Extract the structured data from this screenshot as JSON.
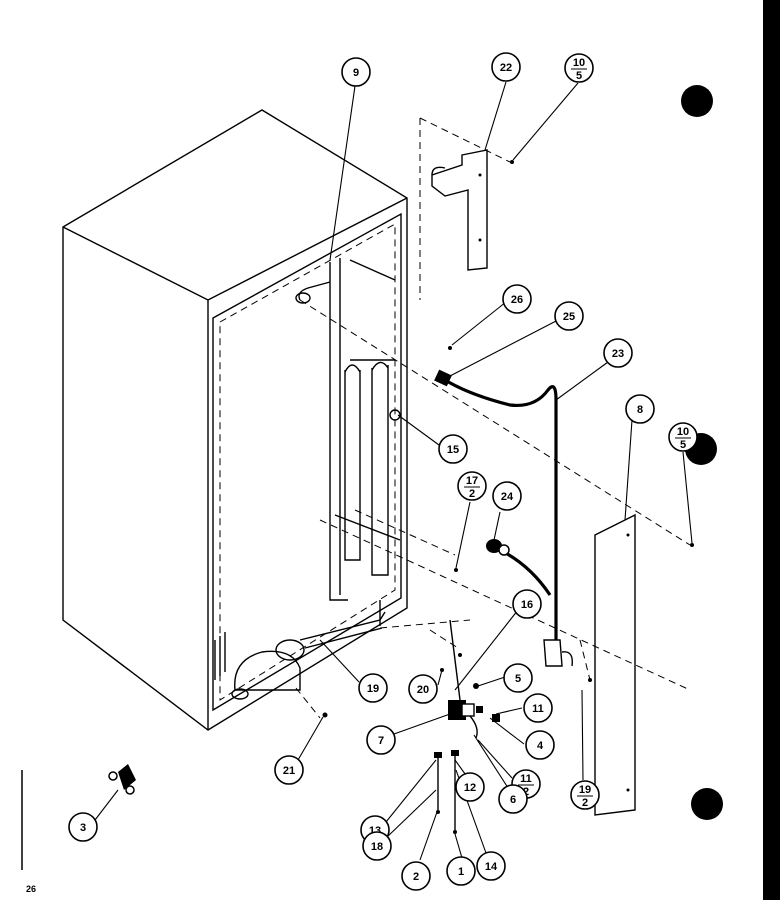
{
  "page_number": "26",
  "colors": {
    "ink": "#000000",
    "paper": "#ffffff"
  },
  "callouts": [
    {
      "id": "c22",
      "label": "22"
    },
    {
      "id": "c9",
      "label": "9"
    },
    {
      "id": "c10a",
      "num": "10",
      "den": "5"
    },
    {
      "id": "c26",
      "label": "26"
    },
    {
      "id": "c25",
      "label": "25"
    },
    {
      "id": "c23",
      "label": "23"
    },
    {
      "id": "c8",
      "label": "8"
    },
    {
      "id": "c10b",
      "num": "10",
      "den": "5"
    },
    {
      "id": "c15",
      "label": "15"
    },
    {
      "id": "c17",
      "num": "17",
      "den": "2"
    },
    {
      "id": "c24",
      "label": "24"
    },
    {
      "id": "c16",
      "label": "16"
    },
    {
      "id": "c5",
      "label": "5"
    },
    {
      "id": "c20",
      "label": "20"
    },
    {
      "id": "c19",
      "label": "19"
    },
    {
      "id": "c11",
      "label": "11"
    },
    {
      "id": "c7",
      "label": "7"
    },
    {
      "id": "c4",
      "label": "4"
    },
    {
      "id": "c11b",
      "num": "11",
      "den": "2"
    },
    {
      "id": "c19b",
      "num": "19",
      "den": "2"
    },
    {
      "id": "c21",
      "label": "21"
    },
    {
      "id": "c12",
      "label": "12"
    },
    {
      "id": "c6",
      "label": "6"
    },
    {
      "id": "c13",
      "label": "13"
    },
    {
      "id": "c3",
      "label": "3"
    },
    {
      "id": "c18",
      "label": "18"
    },
    {
      "id": "c2",
      "label": "2"
    },
    {
      "id": "c1",
      "label": "1"
    },
    {
      "id": "c14",
      "label": "14"
    }
  ]
}
